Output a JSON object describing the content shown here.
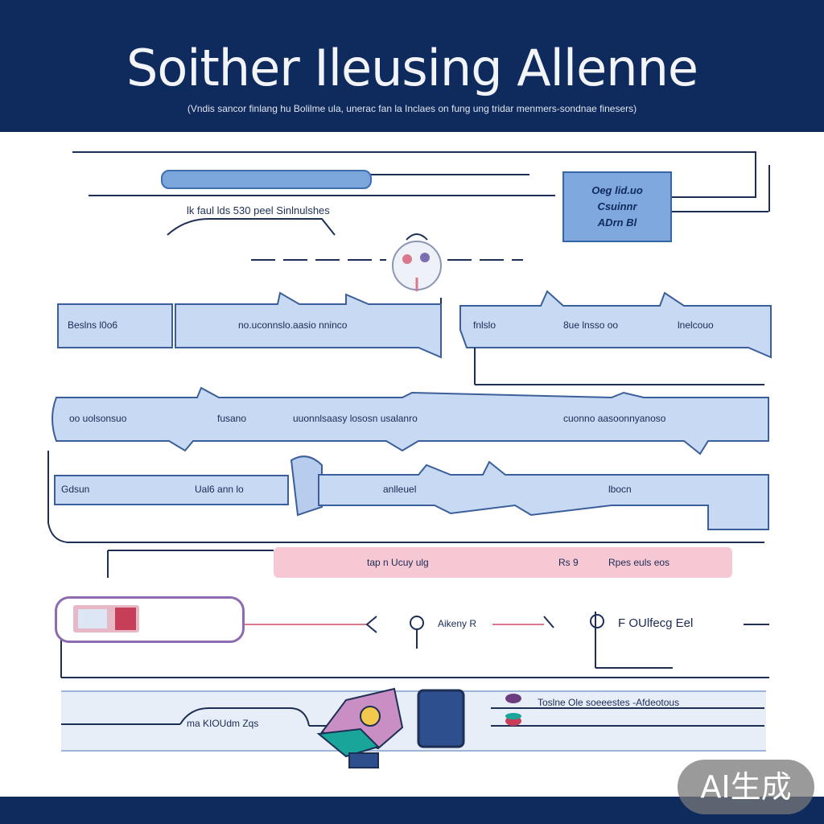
{
  "header": {
    "title": "Soither Ileusing Allenne",
    "subtitle": "(Vndis sancor finlang hu Bolilme ula, unerac fan la Inclaes on fung ung tridar menmers-sondnae finesers)"
  },
  "top": {
    "label": "lk faul     lds 530 peel  Sinlnulshes",
    "side_box": [
      "Oeg lid.uo",
      "Csuinnr",
      "ADrn Bl"
    ]
  },
  "flow": {
    "row1": [
      "Beslns  l0o6",
      "no.uconnslo.aasio  nninco",
      "fnlslo",
      "8ue lnsso oo",
      "lnelcouo"
    ],
    "row2": [
      "oo uolsonsuo",
      "fusano",
      "uuonnlsaasy lososn usalanro",
      "cuonno aasoonnyanoso"
    ],
    "row3": [
      "Gdsun",
      "Ual6 ann lo",
      "anlleuel",
      "lbocn"
    ]
  },
  "pink_bar": {
    "left_text": "tap n Ucuy ulg",
    "mid_text": "Rs 9",
    "right_text": "Rpes euls eos"
  },
  "connectors": {
    "label_a": "Aikeny R",
    "label_b": "F OUlfecg Eel"
  },
  "bottom": {
    "left_text": "ma KIOUdm Zqs",
    "right_text": "Toslne Ole soeeestes -Afdeotous"
  },
  "badge": "AI生成",
  "colors": {
    "navy": "#0f2a5c",
    "light_blue": "#c5d6f2",
    "arrow_stroke": "#3b5f9a",
    "pink": "#f6c8d4",
    "purple": "#8e6bb0"
  }
}
